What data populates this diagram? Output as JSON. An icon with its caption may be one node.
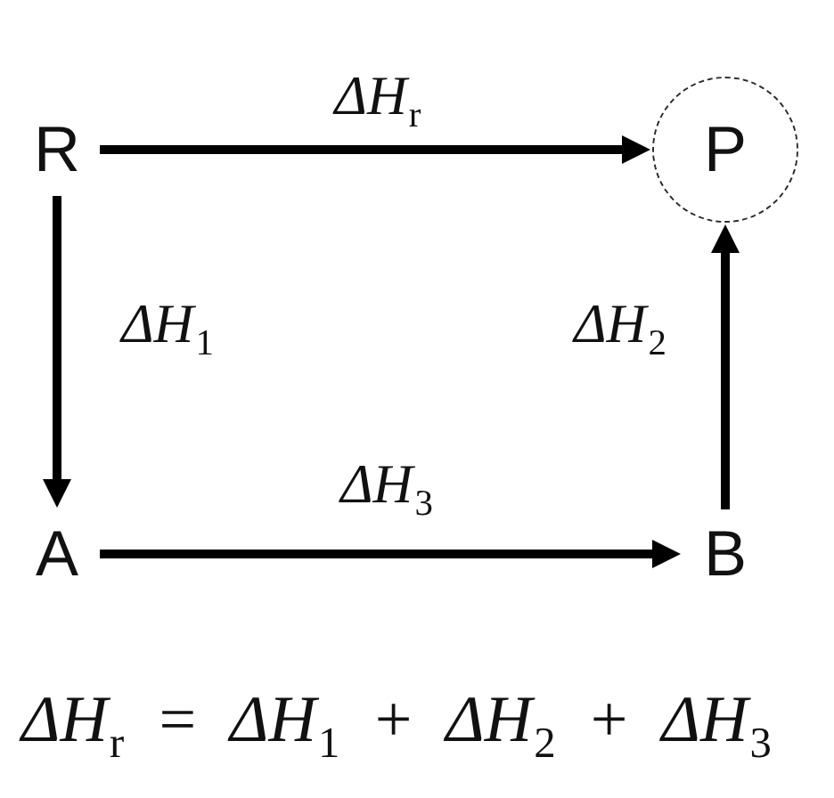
{
  "diagram": {
    "nodes": [
      {
        "text": [
          "R"
        ]
      },
      {
        "text": [
          "P"
        ]
      },
      {
        "text": [
          "A"
        ]
      },
      {
        "text": [
          "B"
        ]
      }
    ],
    "edges": [
      {
        "from": 0,
        "to": 1,
        "arrow": "to",
        "label": "ΔH$_{r}$"
      },
      {
        "from": 0,
        "to": 2,
        "arrow": "to",
        "label": "ΔH$_{1}$"
      },
      {
        "from": 3,
        "to": 1,
        "arrow": "to",
        "label": "ΔH$_{2}$"
      },
      {
        "from": 2,
        "to": 3,
        "arrow": "to",
        "label": "ΔH$_{3}$"
      }
    ],
    "labels": [
      "ΔH$_{r}$ = ΔH$_{1}$ + ΔH$_{2}$ + ΔH$_{3}$"
    ]
  }
}
